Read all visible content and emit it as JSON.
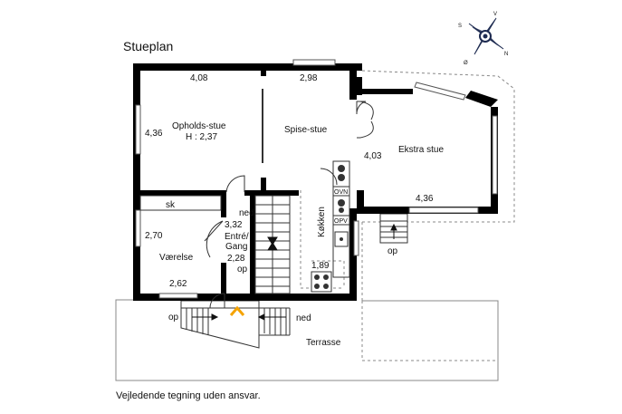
{
  "title": "Stueplan",
  "disclaimer": "Vejledende tegning uden ansvar.",
  "compass": {
    "n": "N",
    "s": "S",
    "v": "V",
    "o": "Ø"
  },
  "rooms": {
    "opholdsstue": {
      "name": "Opholds-stue",
      "height": "H : 2,37",
      "width": "4,08",
      "depth": "4,36"
    },
    "spisestue": {
      "name": "Spise-stue",
      "width": "2,98"
    },
    "ekstrastue": {
      "name": "Ekstra stue",
      "depth": "4,03",
      "width": "4,36"
    },
    "vaerelse": {
      "name": "Værelse",
      "depth": "2,70",
      "width": "2,62",
      "closet": "sk"
    },
    "entre": {
      "name_line1": "Entré/",
      "name_line2": "Gang",
      "length": "3,32",
      "width": "2,28",
      "stair_down": "ned",
      "stair_up": "op"
    },
    "koekken": {
      "name": "Køkken",
      "length": "1,89",
      "oven": "OVN",
      "dishwasher": "OPV"
    }
  },
  "outside": {
    "terrasse": "Terrasse",
    "steps_up": "op",
    "steps_down": "ned",
    "side_steps": "op"
  }
}
